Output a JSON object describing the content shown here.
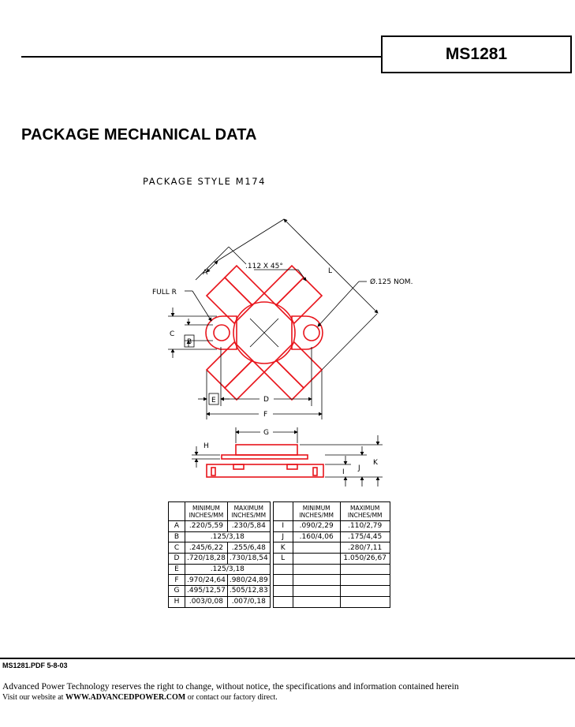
{
  "header": {
    "part_number": "MS1281"
  },
  "section": {
    "title": "PACKAGE MECHANICAL DATA",
    "style_caption": "PACKAGE STYLE M174"
  },
  "drawing": {
    "callouts": {
      "chamfer": ".112 X 45°",
      "hole": "Ø.125 NOM.",
      "radius": "FULL R",
      "A": "A",
      "L": "L",
      "C": "C",
      "B": "B",
      "E": "E",
      "D": "D",
      "F": "F",
      "G": "G",
      "H": "H",
      "I": "I",
      "J": "J",
      "K": "K"
    },
    "colors": {
      "outline": "#e8141b",
      "dimension": "#000000"
    }
  },
  "dimensions_table": {
    "header": {
      "minimum": "MINIMUM",
      "maximum": "MAXIMUM",
      "units": "INCHES/MM"
    },
    "left": [
      {
        "dim": "A",
        "min": ".220/5,59",
        "max": ".230/5,84"
      },
      {
        "dim": "B",
        "nominal": ".125/3,18"
      },
      {
        "dim": "C",
        "min": ".245/6,22",
        "max": ".255/6,48"
      },
      {
        "dim": "D",
        "min": ".720/18,28",
        "max": ".730/18,54"
      },
      {
        "dim": "E",
        "nominal": ".125/3,18"
      },
      {
        "dim": "F",
        "min": ".970/24,64",
        "max": ".980/24,89"
      },
      {
        "dim": "G",
        "min": ".495/12,57",
        "max": ".505/12,83"
      },
      {
        "dim": "H",
        "min": ".003/0,08",
        "max": ".007/0,18"
      }
    ],
    "right": [
      {
        "dim": "I",
        "min": ".090/2,29",
        "max": ".110/2,79"
      },
      {
        "dim": "J",
        "min": ".160/4,06",
        "max": ".175/4,45"
      },
      {
        "dim": "K",
        "min": "",
        "max": ".280/7,11"
      },
      {
        "dim": "L",
        "min": "",
        "max": "1.050/26,67"
      }
    ]
  },
  "footer": {
    "doc_id": "MS1281.PDF  5-8-03",
    "disclaimer": "Advanced Power Technology reserves the right to change, without notice, the specifications and information contained herein",
    "website_prefix": "Visit our website at ",
    "website": "WWW.ADVANCEDPOWER.COM",
    "website_suffix": " or contact our factory direct."
  }
}
